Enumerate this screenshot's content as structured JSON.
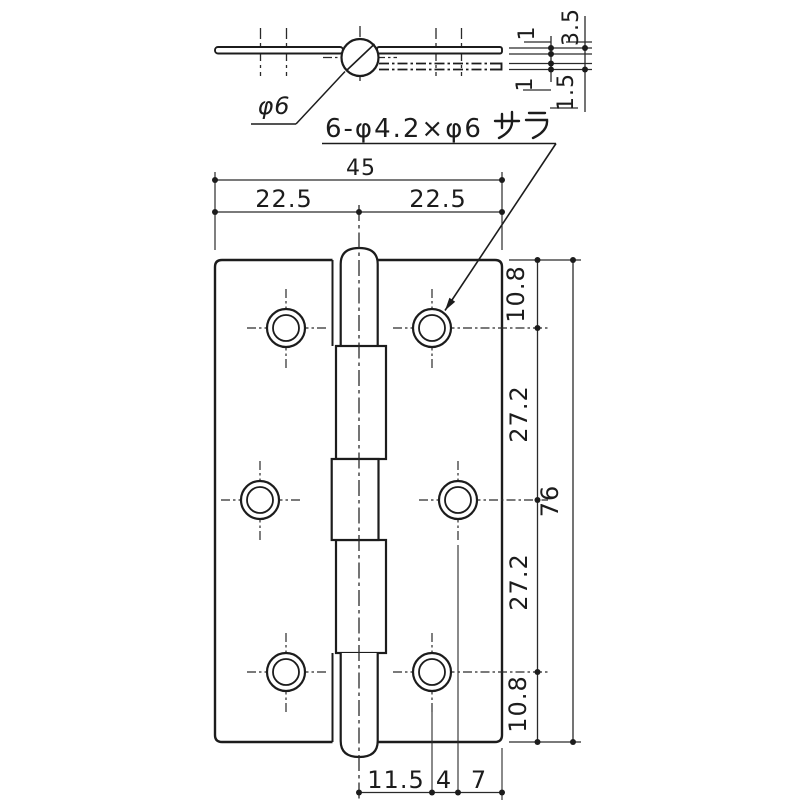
{
  "drawing": {
    "type": "hinge-technical-drawing",
    "colors": {
      "line": "#1c1c1c",
      "background": "#ffffff"
    },
    "side_view": {
      "pin_diameter_label": "φ6",
      "dims": {
        "leaf_thickness_top": "1",
        "overall_thickness": "3.5",
        "leaf_thickness_bottom": "1",
        "leaf_offset": "1.5"
      }
    },
    "front_view": {
      "callout_text": "6-φ4.2×φ6",
      "callout_kana": "サラ",
      "dims": {
        "overall_width": "45",
        "half_width_left": "22.5",
        "half_width_right": "22.5",
        "overall_height": "76",
        "top_edge_to_hole": "10.8",
        "hole_pitch_upper": "27.2",
        "hole_pitch_lower": "27.2",
        "hole_to_bottom_edge": "10.8",
        "center_to_hole": "11.5",
        "hole_stagger": "4",
        "hole_to_edge": "7"
      }
    }
  }
}
